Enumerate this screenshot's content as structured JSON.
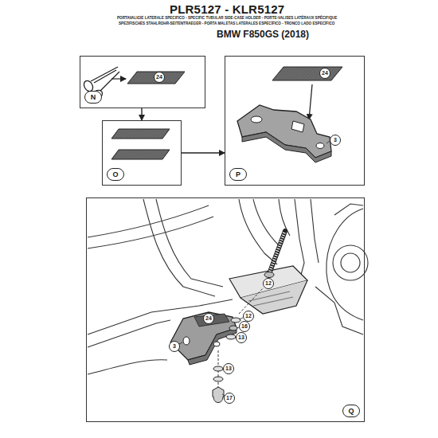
{
  "diagram": {
    "title": "PLR5127 - KLR5127",
    "nodes": [
      {
        "text": [
          "N"
        ]
      },
      {
        "text": [
          "O"
        ]
      },
      {
        "text": [
          "P"
        ]
      },
      {
        "text": [
          "Q"
        ]
      }
    ],
    "edges": [
      {
        "from": 0,
        "to": 1,
        "arrow": "to"
      },
      {
        "from": 1,
        "to": 2,
        "arrow": "to"
      }
    ],
    "labels": [
      "PORTAVALIGIE LATERALE SPECIFICO - SPECIFIC TUBULAR SIDE-CASE HOLDER - PORTE-VALISES LATÉRAUX SPÉCIFIQUE",
      "SPEZIFISCHES STAHLROHR-SEITENTRAEGER - PORTA MALETAS LATERALES ESPECÍFICO - TRONCO LADO ESPECÍFICO",
      "BMW F850GS (2018)",
      "24",
      "24",
      "3",
      "12",
      "24",
      "12",
      "16",
      "13",
      "3",
      "13",
      "17"
    ]
  }
}
